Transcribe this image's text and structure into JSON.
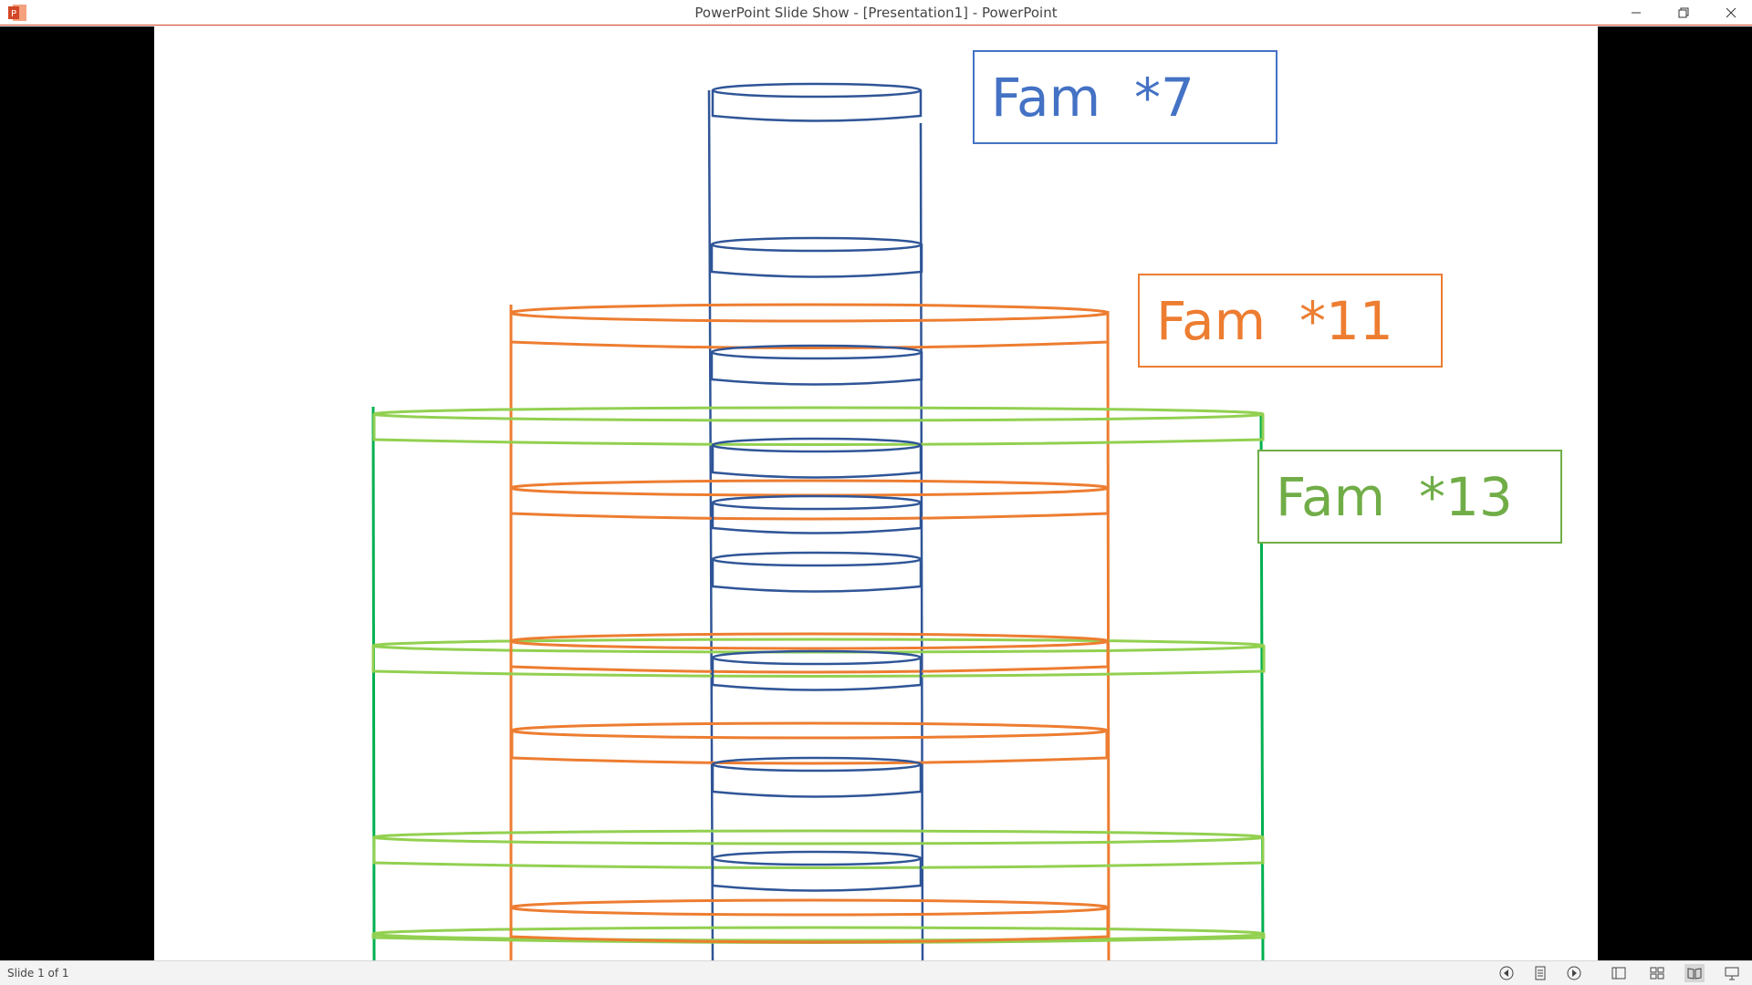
{
  "window": {
    "title": "PowerPoint Slide Show - [Presentation1] - PowerPoint",
    "app_icon": "powerpoint-icon",
    "accent_color": "#d24726"
  },
  "slide": {
    "labels": [
      {
        "text": "Fam  *7",
        "color": "#4472c4"
      },
      {
        "text": "Fam  *11",
        "color": "#ed7d31"
      },
      {
        "text": "Fam  *13",
        "color": "#70ad47"
      }
    ],
    "colors": {
      "blue_stack": "#2f5597",
      "orange_stack": "#ed7d31",
      "green_stack": "#92d050",
      "green_posts": "#00b050"
    }
  },
  "statusbar": {
    "slide_counter": "Slide 1 of 1",
    "icons": [
      "previous-icon",
      "slide-menu-icon",
      "next-icon",
      "normal-view-icon",
      "slide-sorter-icon",
      "reading-view-icon",
      "slide-show-icon"
    ]
  }
}
